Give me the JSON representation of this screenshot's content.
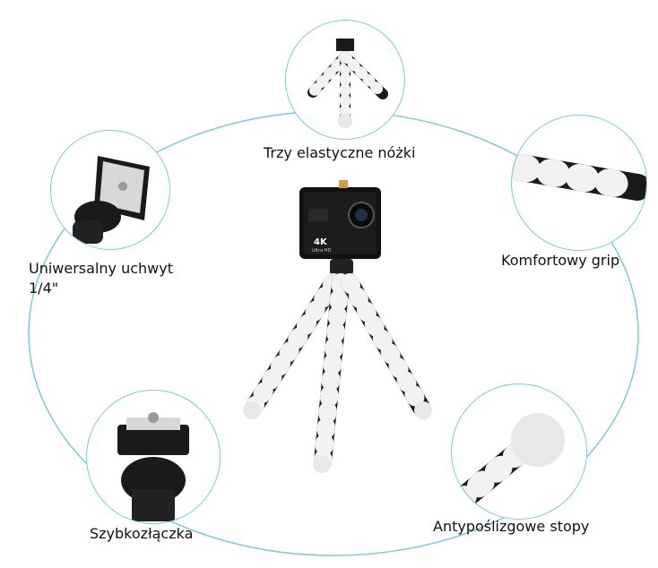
{
  "labels": {
    "top": "Trzy elastyczne nóżki",
    "left_line1": "Uniwersalny uchwyt",
    "left_line2": "1/4\"",
    "right": "Komfortowy grip",
    "bottom_left": "Szybkozłączka",
    "bottom_right": "Antypoślizgowe stopy"
  },
  "camera": {
    "badge": "4K",
    "sub": "Ultra HD"
  },
  "colors": {
    "ring": "#7ec8d8",
    "segment_dark": "#1a1a1a",
    "segment_light": "#f2f2f2",
    "foot": "#e8e8e8"
  }
}
